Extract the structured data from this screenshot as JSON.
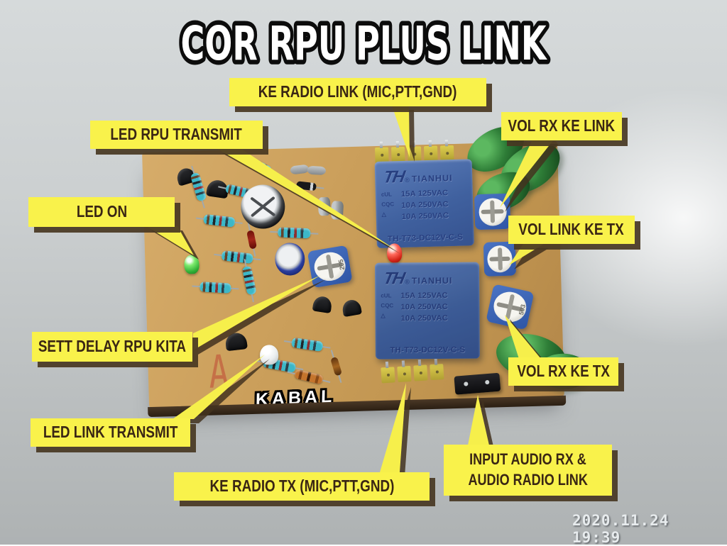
{
  "title": "COR RPU PLUS LINK",
  "watermark": {
    "timestamp": "2020.11.24 19:39"
  },
  "labels": {
    "ke_radio_link": "KE RADIO LINK (MIC,PTT,GND)",
    "led_rpu_transmit": "LED RPU TRANSMIT",
    "vol_rx_ke_link": "VOL RX KE LINK",
    "led_on": "LED ON",
    "vol_link_ke_tx": "VOL LINK KE TX",
    "sett_delay_rpu_kita": "SETT DELAY RPU KITA",
    "vol_rx_ke_tx": "VOL RX KE TX",
    "led_link_transmit": "LED LINK TRANSMIT",
    "ke_radio_tx": "KE RADIO TX (MIC,PTT,GND)",
    "input_audio_line1": "INPUT AUDIO RX &",
    "input_audio_line2": "AUDIO RADIO LINK"
  },
  "board": {
    "name_text": "KABAL",
    "stamp": "A",
    "relay": {
      "logo": "TH",
      "reg": "®",
      "brand": "TIANHUI",
      "certs": [
        "cUL",
        "CQC",
        "△"
      ],
      "spec1": "15A 125VAC",
      "spec2": "10A 250VAC",
      "spec3": "10A 250VAC",
      "model": "TH-T73-DC12V-C-S"
    },
    "trimpots": {
      "delay_marking": "205",
      "vol_marking": "503"
    }
  },
  "colors": {
    "label_bg": "#f9f24b",
    "label_text": "#3a2614",
    "pointer_yellow": "#f6ef4b",
    "pointer_shadow": "#43321f",
    "board_tan": "#c89c58",
    "relay_blue": "#3f5f9e",
    "background_gray": "#c9cdce"
  }
}
